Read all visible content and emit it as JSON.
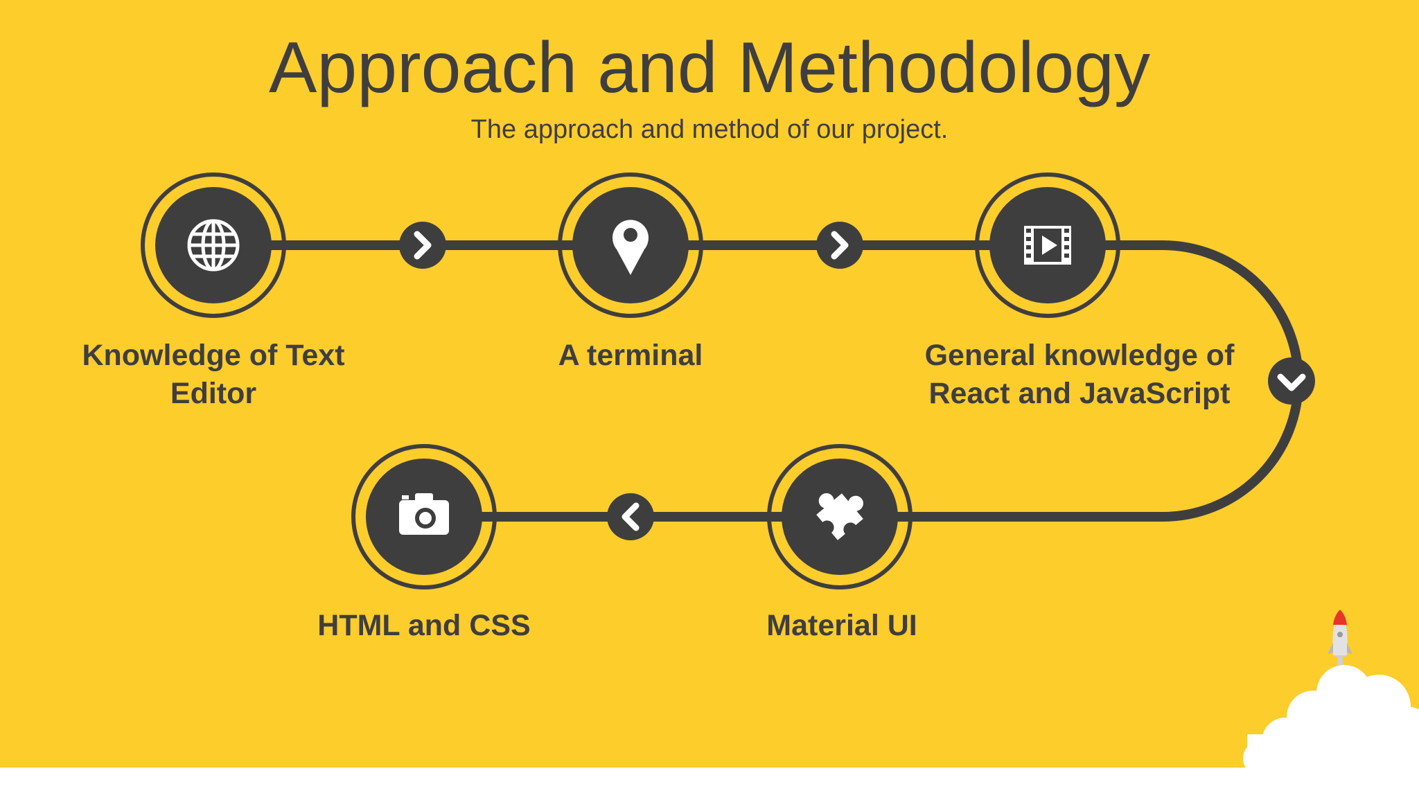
{
  "slide": {
    "title": "Approach and Methodology",
    "subtitle": "The approach and method of our project."
  },
  "steps": [
    {
      "label": "Knowledge of Text\nEditor",
      "icon": "globe-icon"
    },
    {
      "label": "A terminal",
      "icon": "map-pin-icon"
    },
    {
      "label": "General knowledge of\nReact and JavaScript",
      "icon": "video-play-icon"
    },
    {
      "label": "Material UI",
      "icon": "puzzle-piece-icon"
    },
    {
      "label": "HTML and CSS",
      "icon": "camera-icon"
    }
  ],
  "connectors": [
    {
      "icon": "chevron-right-icon"
    },
    {
      "icon": "chevron-right-icon"
    },
    {
      "icon": "chevron-down-icon"
    },
    {
      "icon": "chevron-left-icon"
    }
  ],
  "decoration": {
    "icon": "rocket-cloud-icon"
  },
  "colors": {
    "background": "#FDCD2C",
    "dark": "#3f3e3f",
    "accent": "#E8352B",
    "white": "#FFFFFF"
  }
}
